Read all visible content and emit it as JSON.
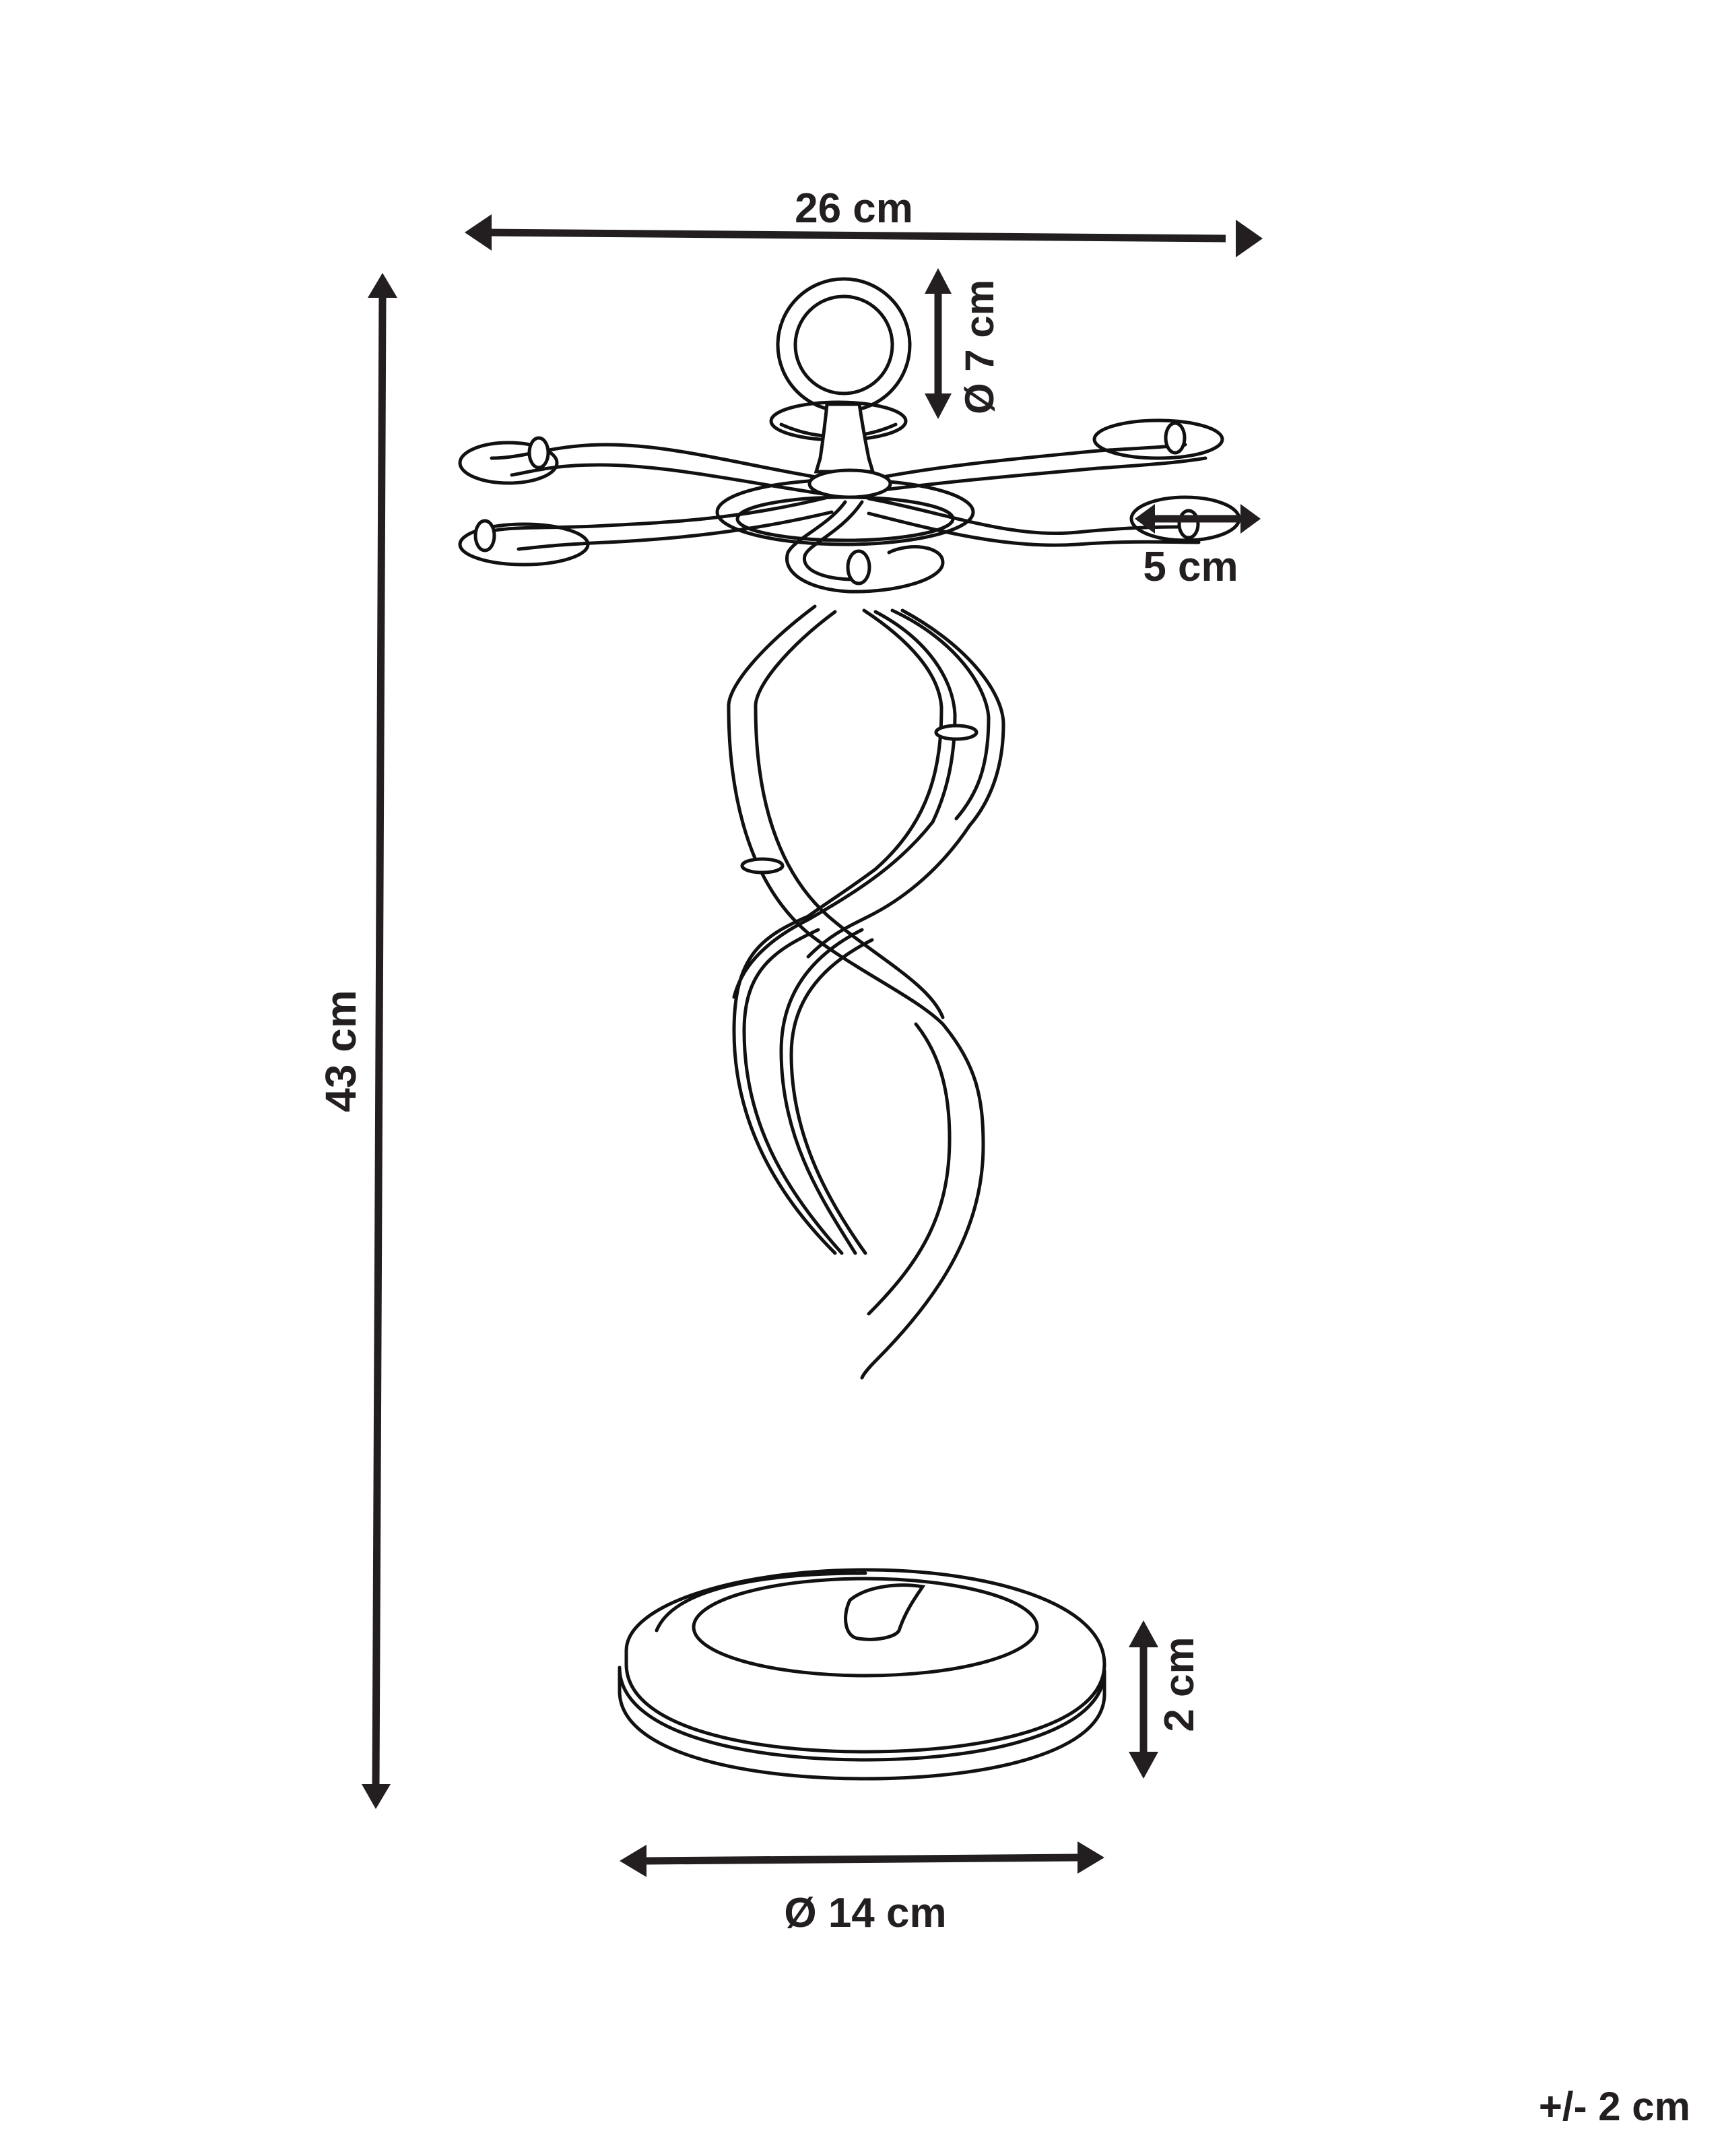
{
  "diagram": {
    "type": "product dimension drawing",
    "subject": "wine bottle / glass holder stand with spiral column",
    "dimensions": {
      "width": "26 cm",
      "height": "43 cm",
      "ring_diameter": "Ø 7 cm",
      "holder_loop_width": "5 cm",
      "base_height": "2 cm",
      "base_diameter": "Ø 14 cm"
    },
    "tolerance": "+/- 2 cm",
    "colors": {
      "line": "#111111",
      "label": "#231f20",
      "background": "#ffffff"
    }
  }
}
